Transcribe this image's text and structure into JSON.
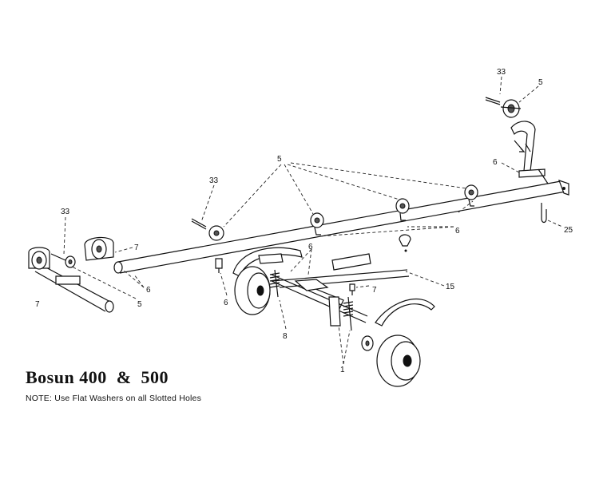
{
  "title": "Bosun 400  &  500",
  "note": "NOTE: Use Flat Washers on all Slotted Holes",
  "callouts": [
    "33",
    "5",
    "5",
    "33",
    "6",
    "25",
    "33",
    "7",
    "6",
    "5",
    "6",
    "6",
    "7",
    "15",
    "8",
    "1",
    "6",
    "7"
  ]
}
